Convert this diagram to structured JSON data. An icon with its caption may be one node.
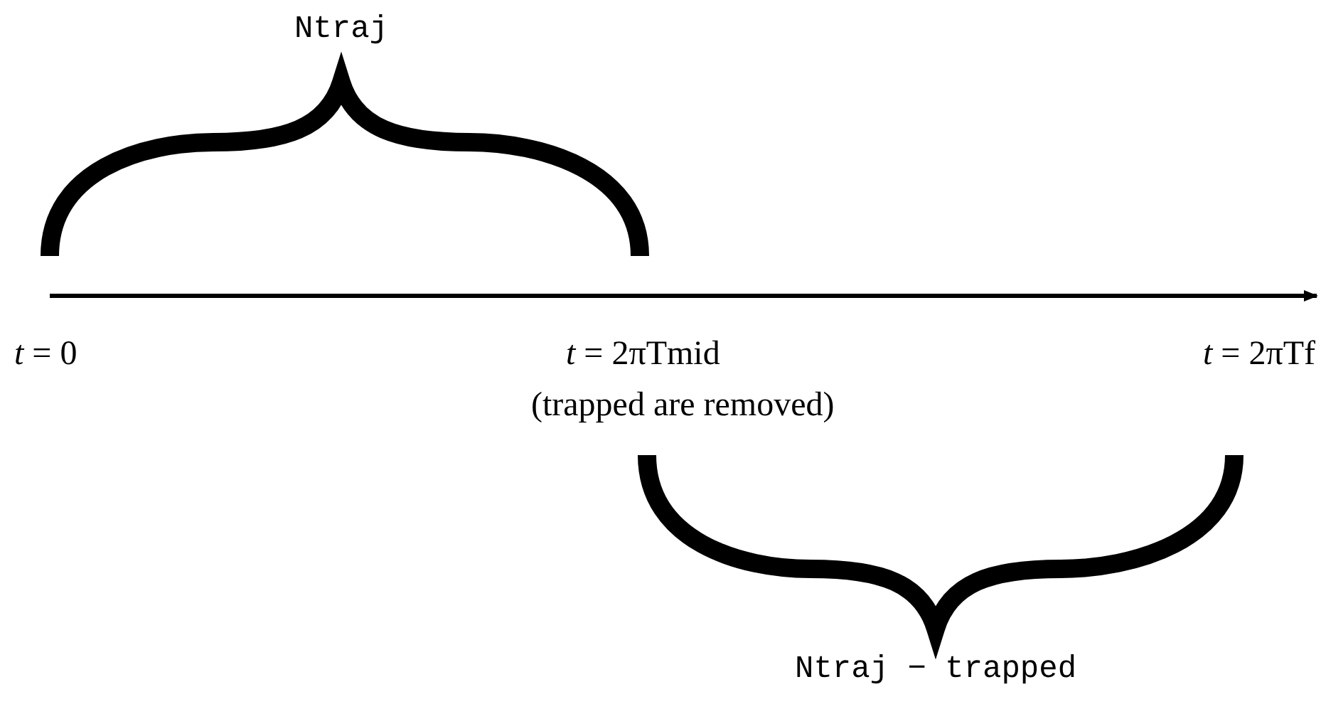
{
  "diagram": {
    "labels": [
      "Ntraj",
      "*t* = 0",
      "*t* = 2πTmid",
      "(trapped are removed)",
      "*t* = 2πTf",
      "Ntraj − trapped"
    ]
  }
}
